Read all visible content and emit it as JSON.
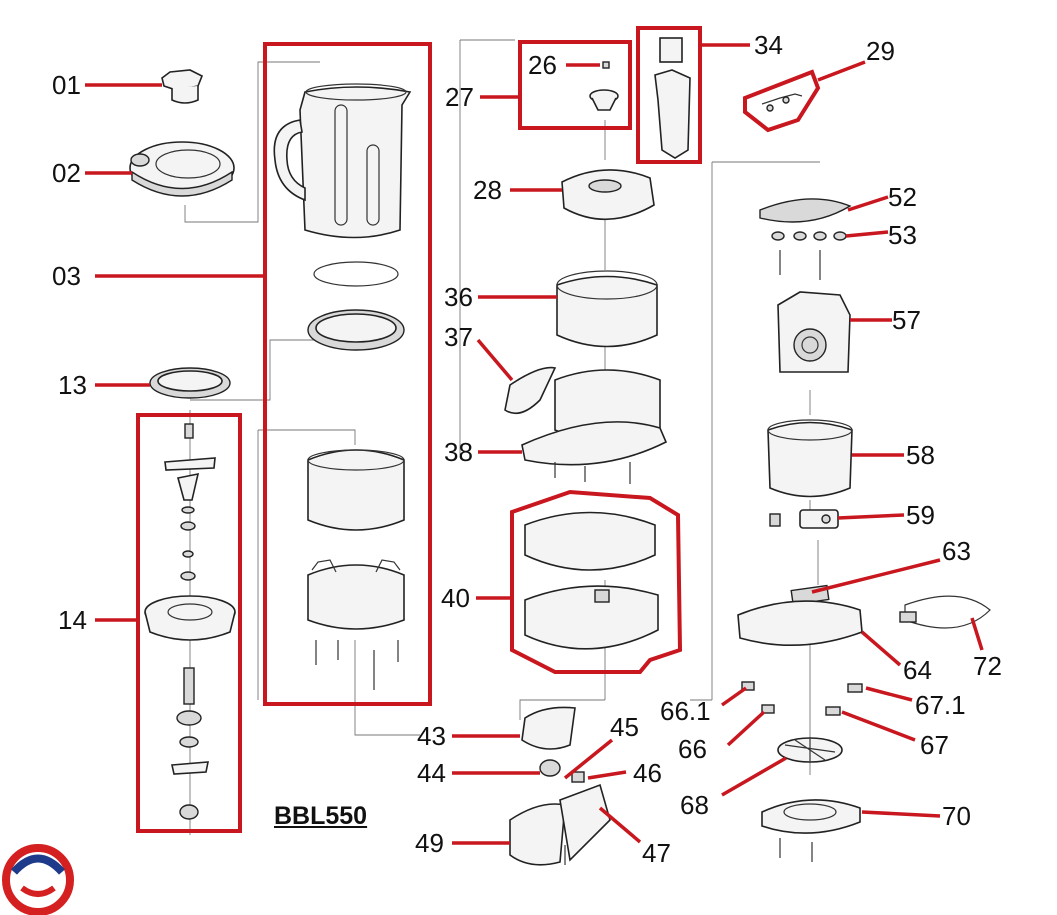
{
  "model": "BBL550",
  "callouts": [
    "01",
    "02",
    "03",
    "13",
    "14",
    "26",
    "27",
    "28",
    "29",
    "34",
    "36",
    "37",
    "38",
    "40",
    "43",
    "44",
    "45",
    "46",
    "47",
    "49",
    "52",
    "53",
    "57",
    "58",
    "59",
    "63",
    "64",
    "66.1",
    "66",
    "67.1",
    "67",
    "68",
    "70",
    "72"
  ],
  "colors": {
    "callout": "#c8171e",
    "line": "#222222",
    "logo_red": "#d42020",
    "logo_blue": "#1e3a8a"
  },
  "logo_icon": "brand-logo-icon"
}
